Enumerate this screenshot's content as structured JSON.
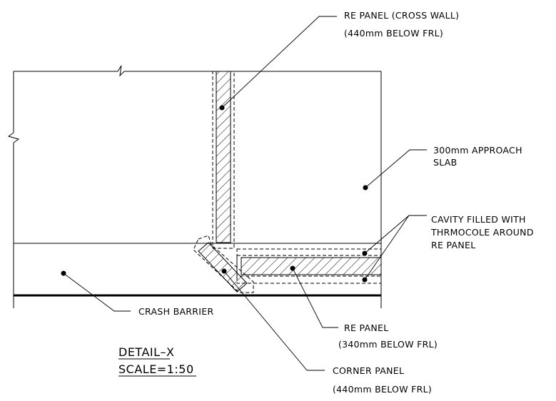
{
  "labels": {
    "re_panel_cross_wall_1": "RE PANEL (CROSS WALL)",
    "re_panel_cross_wall_2": "(440mm BELOW FRL)",
    "approach_slab_1": "300mm APPROACH",
    "approach_slab_2": "SLAB",
    "cavity_1": "CAVITY FILLED WITH",
    "cavity_2": "THRMOCOLE AROUND",
    "cavity_3": "RE PANEL",
    "crash_barrier": "CRASH BARRIER",
    "re_panel_1": "RE PANEL",
    "re_panel_2": "(340mm BELOW FRL)",
    "corner_panel_1": "CORNER PANEL",
    "corner_panel_2": "(440mm BELOW FRL)"
  },
  "title": {
    "name": "DETAIL–X",
    "scale": "SCALE=1:50"
  }
}
